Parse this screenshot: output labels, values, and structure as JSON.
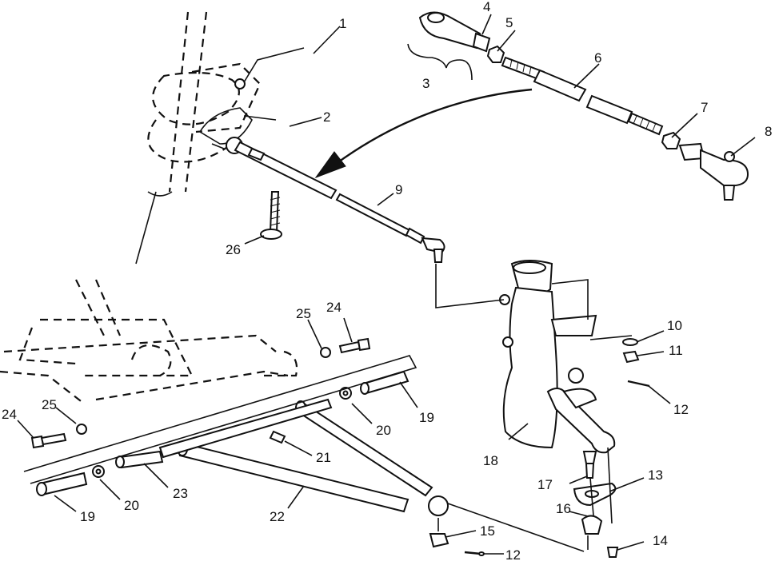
{
  "callouts": [
    {
      "label": "1"
    },
    {
      "label": "2"
    },
    {
      "label": "3"
    },
    {
      "label": "4"
    },
    {
      "label": "5"
    },
    {
      "label": "6"
    },
    {
      "label": "7"
    },
    {
      "label": "8"
    },
    {
      "label": "9"
    },
    {
      "label": "10"
    },
    {
      "label": "11"
    },
    {
      "label": "12"
    },
    {
      "label": "12"
    },
    {
      "label": "13"
    },
    {
      "label": "14"
    },
    {
      "label": "15"
    },
    {
      "label": "16"
    },
    {
      "label": "17"
    },
    {
      "label": "18"
    },
    {
      "label": "19"
    },
    {
      "label": "19"
    },
    {
      "label": "20"
    },
    {
      "label": "20"
    },
    {
      "label": "21"
    },
    {
      "label": "22"
    },
    {
      "label": "23"
    },
    {
      "label": "24"
    },
    {
      "label": "24"
    },
    {
      "label": "25"
    },
    {
      "label": "25"
    },
    {
      "label": "26"
    }
  ]
}
